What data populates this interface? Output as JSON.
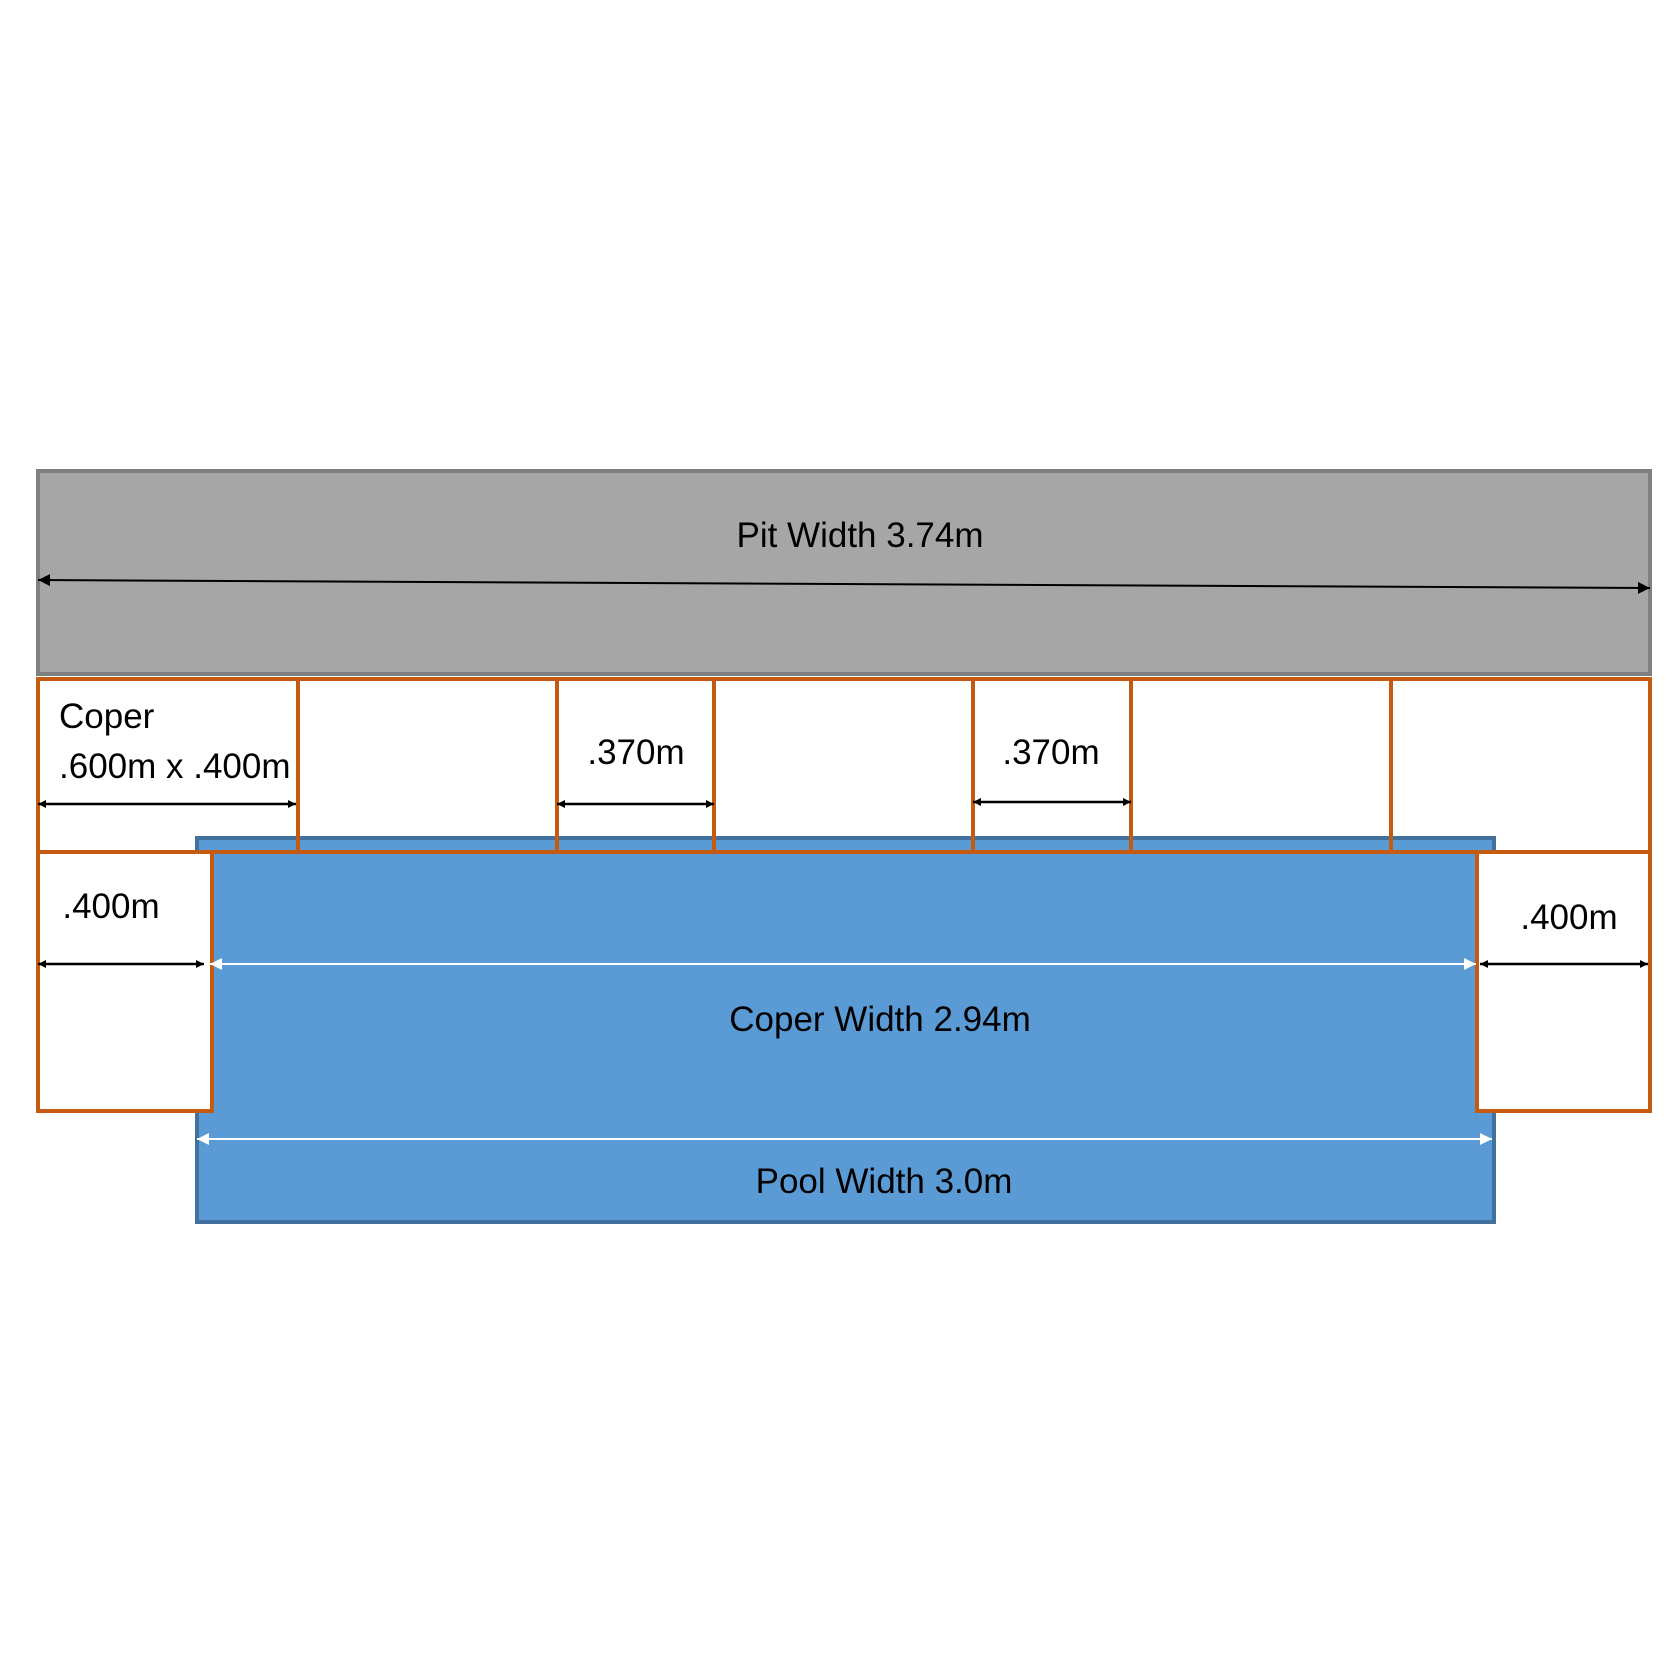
{
  "labels": {
    "pit_width": "Pit Width 3.74m",
    "coper_title": "Coper",
    "coper_size": ".600m x .400m",
    "gap_1": ".370m",
    "gap_2": ".370m",
    "side_left": ".400m",
    "side_right": ".400m",
    "coper_width": "Coper Width 2.94m",
    "pool_width": "Pool Width 3.0m"
  },
  "colors": {
    "pit_fill": "#a6a6a6",
    "pit_stroke": "#7f7f7f",
    "pool_fill": "#5b9bd5",
    "pool_stroke": "#41719c",
    "coper_stroke": "#c55a11",
    "black_arrow": "#000000",
    "white_arrow": "#ffffff"
  }
}
